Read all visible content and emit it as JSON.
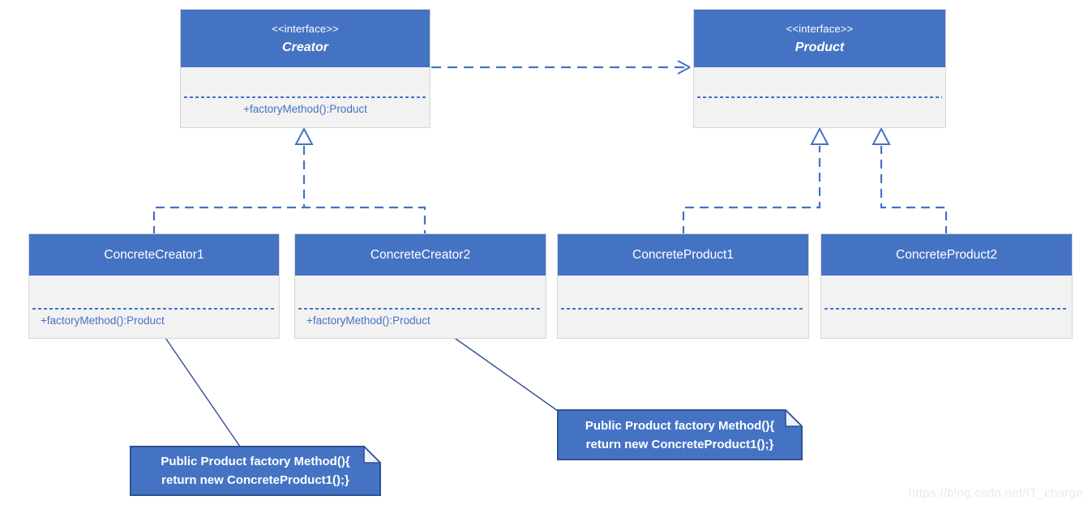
{
  "diagram_title": "Factory Method pattern UML class diagram",
  "palette": {
    "header_blue": "#4573C4",
    "body_gray": "#F2F2F2",
    "border_gray": "#D6D6D6",
    "connector_blue": "#4573C4",
    "leader_dark_blue": "#2F528F",
    "note_fill": "#4573C4",
    "note_border": "#2F528F",
    "method_text_blue": "#4573C4",
    "watermark_gray": "#EAEAEA"
  },
  "classes": [
    {
      "id": "creator",
      "stereotype": "<<interface>>",
      "name": "Creator",
      "method": "+factoryMethod():Product"
    },
    {
      "id": "product",
      "stereotype": "<<interface>>",
      "name": "Product",
      "method": ""
    },
    {
      "id": "concrete-creator-1",
      "name": "ConcreteCreator1",
      "method": "+factoryMethod():Product"
    },
    {
      "id": "concrete-creator-2",
      "name": "ConcreteCreator2",
      "method": "+factoryMethod():Product"
    },
    {
      "id": "concrete-product-1",
      "name": "ConcreteProduct1",
      "method": ""
    },
    {
      "id": "concrete-product-2",
      "name": "ConcreteProduct2",
      "method": ""
    }
  ],
  "relationships": [
    {
      "type": "dependency-dashed-open-arrow",
      "from": "Creator",
      "to": "Product"
    },
    {
      "type": "realization-dashed-hollow-triangle",
      "from": "ConcreteCreator1",
      "to": "Creator"
    },
    {
      "type": "realization-dashed-hollow-triangle",
      "from": "ConcreteCreator2",
      "to": "Creator"
    },
    {
      "type": "realization-dashed-hollow-triangle",
      "from": "ConcreteProduct1",
      "to": "Product"
    },
    {
      "type": "realization-dashed-hollow-triangle",
      "from": "ConcreteProduct2",
      "to": "Product"
    }
  ],
  "notes": [
    {
      "id": "note-concrete-creator-1",
      "line1": "Public Product factory Method(){",
      "line2": "return new ConcreteProduct1();}"
    },
    {
      "id": "note-concrete-creator-2",
      "line1": "Public Product factory Method(){",
      "line2": "return new ConcreteProduct1();}"
    }
  ],
  "watermark": "https://blog.csdn.net/IT_charge"
}
